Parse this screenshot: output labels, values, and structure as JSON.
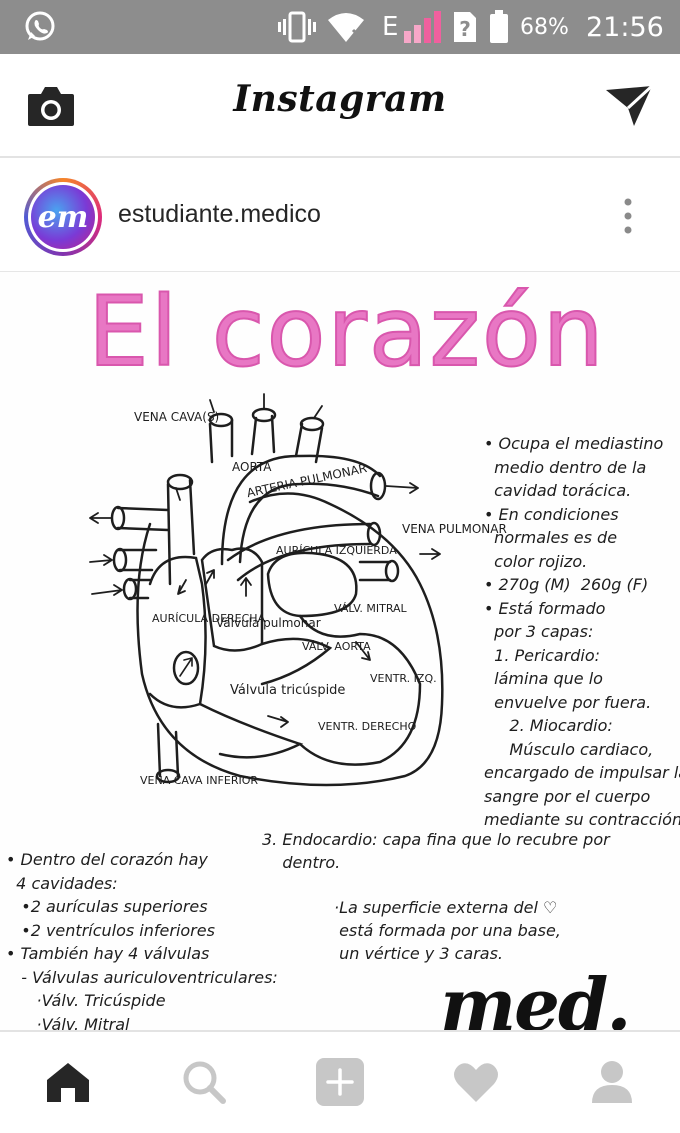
{
  "status_bar": {
    "network_type": "E",
    "battery_percent": "68%",
    "time": "21:56",
    "icons": [
      "whatsapp-icon",
      "vibrate-icon",
      "wifi-icon",
      "signal-icon",
      "sim-alert-icon",
      "battery-icon"
    ]
  },
  "header": {
    "logo": "Instagram",
    "icons": [
      "camera-icon",
      "direct-message-icon"
    ]
  },
  "post": {
    "username": "estudiante.medico",
    "avatar_text": "em",
    "image": {
      "title": "El corazón",
      "diagram_labels": {
        "vena_cava_s": "VENA CAVA(S)",
        "aorta": "AORTA",
        "arteria_pulmonar": "ARTERIA PULMONAR",
        "vena_pulmonar": "VENA PULMONAR",
        "auricula_izquierda": "AURÍCULA IZQUIERDA",
        "auricula_derecha": "AURÍCULA DERECHA",
        "valvula_pulmonar": "Válvula pulmonar",
        "valv_mitral": "VÁLV. MITRAL",
        "valv_aorta": "VÁLV. AORTA",
        "ventr_izq": "VENTR. IZQ.",
        "valvula_tricuspide": "Válvula tricúspide",
        "ventr_derecho": "VENTR. DERECHO",
        "vena_cava_inferior": "VENA CAVA INFERIOR"
      },
      "right_notes": [
        "• Ocupa el mediastino",
        "  medio dentro de la",
        "  cavidad torácica.",
        "• En condiciones",
        "  normales es de",
        "  color rojizo.",
        "• 270g (M)  260g (F)",
        "• Está formado",
        "  por 3 capas:",
        "  1. Pericardio:",
        "  lámina que lo",
        "  envuelve por fuera.",
        "     2. Miocardio:",
        "     Músculo cardiaco,",
        "encargado de impulsar la",
        "sangre por el cuerpo",
        "mediante su contracción."
      ],
      "note_3": [
        "3. Endocardio: capa fina que lo recubre por",
        "    dentro."
      ],
      "left_notes": [
        "• Dentro del corazón hay",
        "  4 cavidades:",
        "   •2 aurículas superiores",
        "   •2 ventrículos inferiores",
        "• También hay 4 válvulas",
        "   - Válvulas auriculoventriculares:",
        "      ·Válv. Tricúspide",
        "      ·Válv. Mitral"
      ],
      "surface_note": [
        "·La superficie externa del ♡",
        " está formada por una base,",
        " un vértice y 3 caras."
      ],
      "signature": "med."
    },
    "icons": [
      "more-options-icon"
    ]
  },
  "bottom_nav": {
    "items": [
      "home-icon",
      "search-icon",
      "add-post-icon",
      "activity-heart-icon",
      "profile-icon"
    ],
    "active": "home-icon"
  },
  "colors": {
    "status_bar": "#8d8d8d",
    "title_pink": "#e877c4",
    "icon_active": "#262626",
    "icon_inactive": "#c7c7c7"
  }
}
